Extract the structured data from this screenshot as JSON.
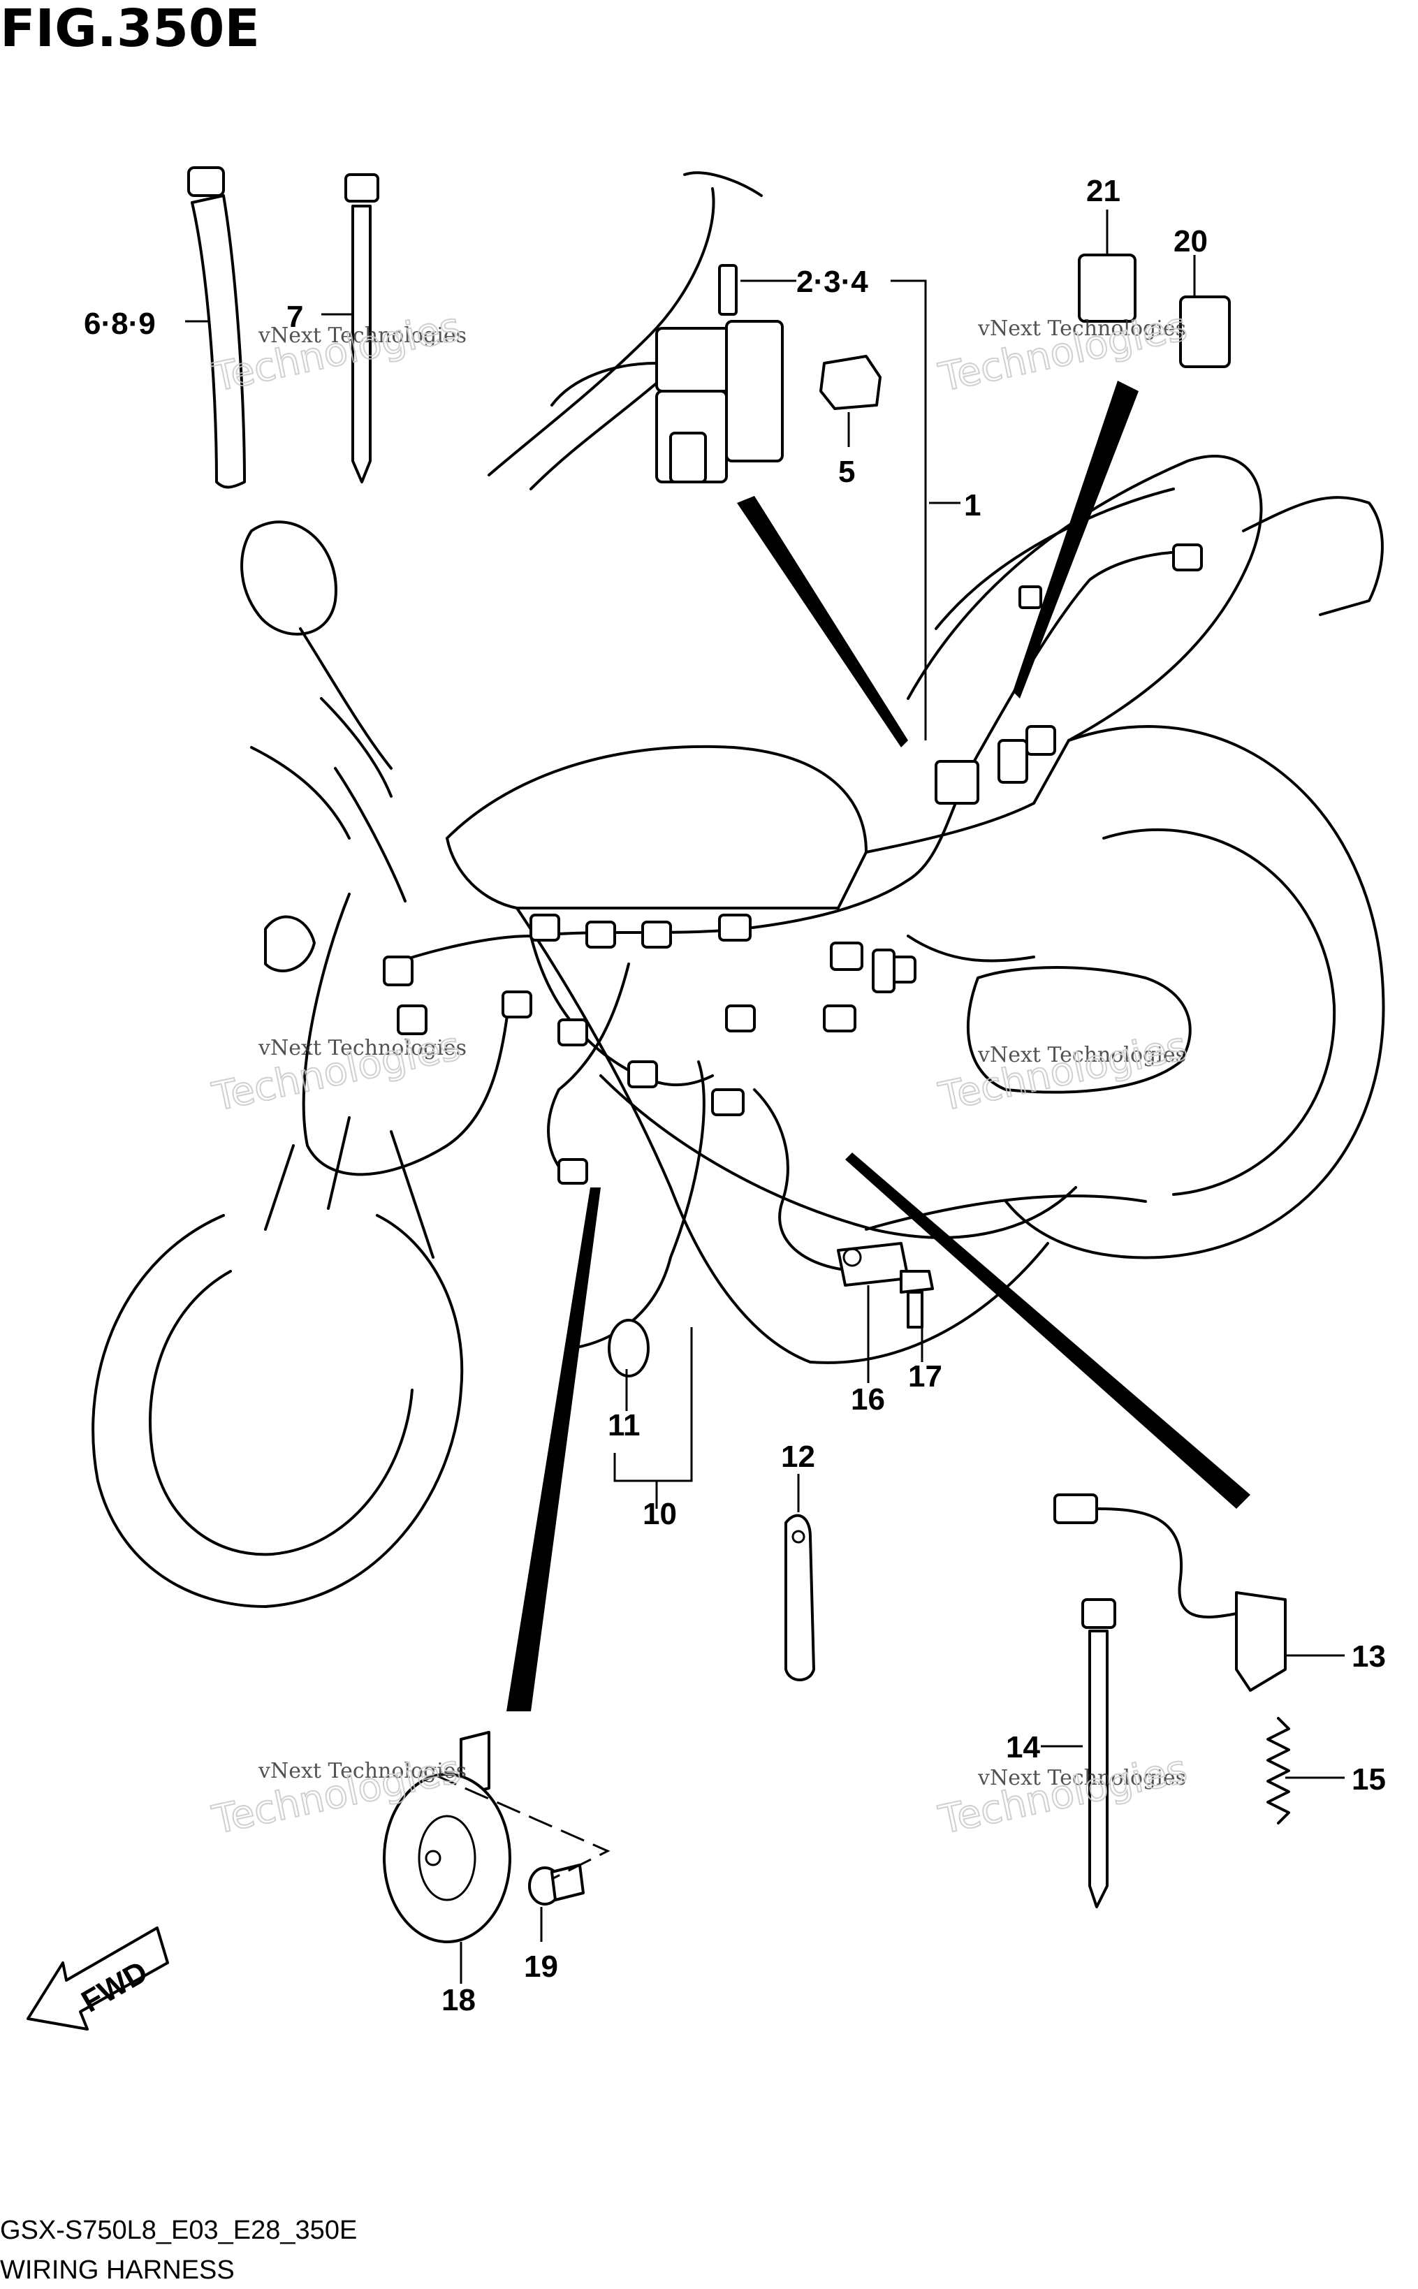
{
  "figure_title": "FIG.350E",
  "footer": {
    "model_code": "GSX-S750L8_E03_E28_350E",
    "section_name": "WIRING HARNESS"
  },
  "fwd_label": "FWD",
  "watermark": {
    "line1": "vNext Technologies",
    "line2": "vNext",
    "line3": "Technologies"
  },
  "callouts": {
    "c1": "1",
    "c234": "2·3·4",
    "c5": "5",
    "c689": "6·8·9",
    "c7": "7",
    "c10": "10",
    "c11": "11",
    "c12": "12",
    "c13": "13",
    "c14": "14",
    "c15": "15",
    "c16": "16",
    "c17": "17",
    "c18": "18",
    "c19": "19",
    "c20": "20",
    "c21": "21"
  }
}
